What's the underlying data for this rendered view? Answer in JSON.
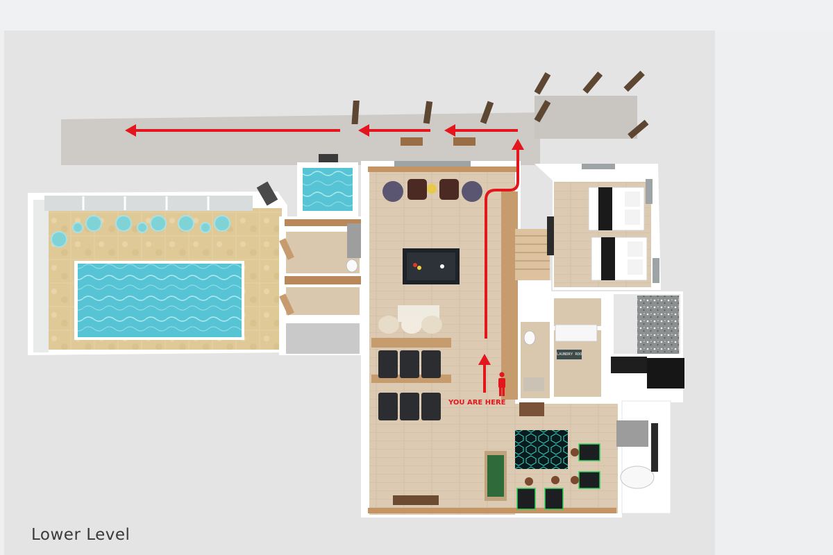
{
  "caption": "Lower Level",
  "you_are_here_label": "YOU ARE HERE",
  "laundry_sign": "LAUNDRY ROOM",
  "colors": {
    "background": "#eeeff0",
    "map_canvas": "#e3e4e3",
    "patio": "#cfcdc9",
    "wood_floor": "#dcccb4",
    "pool_water": "#5fc7d6",
    "pool_deck": "#e3cf9e",
    "route_arrow": "#e3151d",
    "walls": "#ffffff",
    "wall_wood": "#b8875a"
  },
  "icons": {
    "route": "red-direction-arrow",
    "here_marker": "person-figure-icon"
  }
}
